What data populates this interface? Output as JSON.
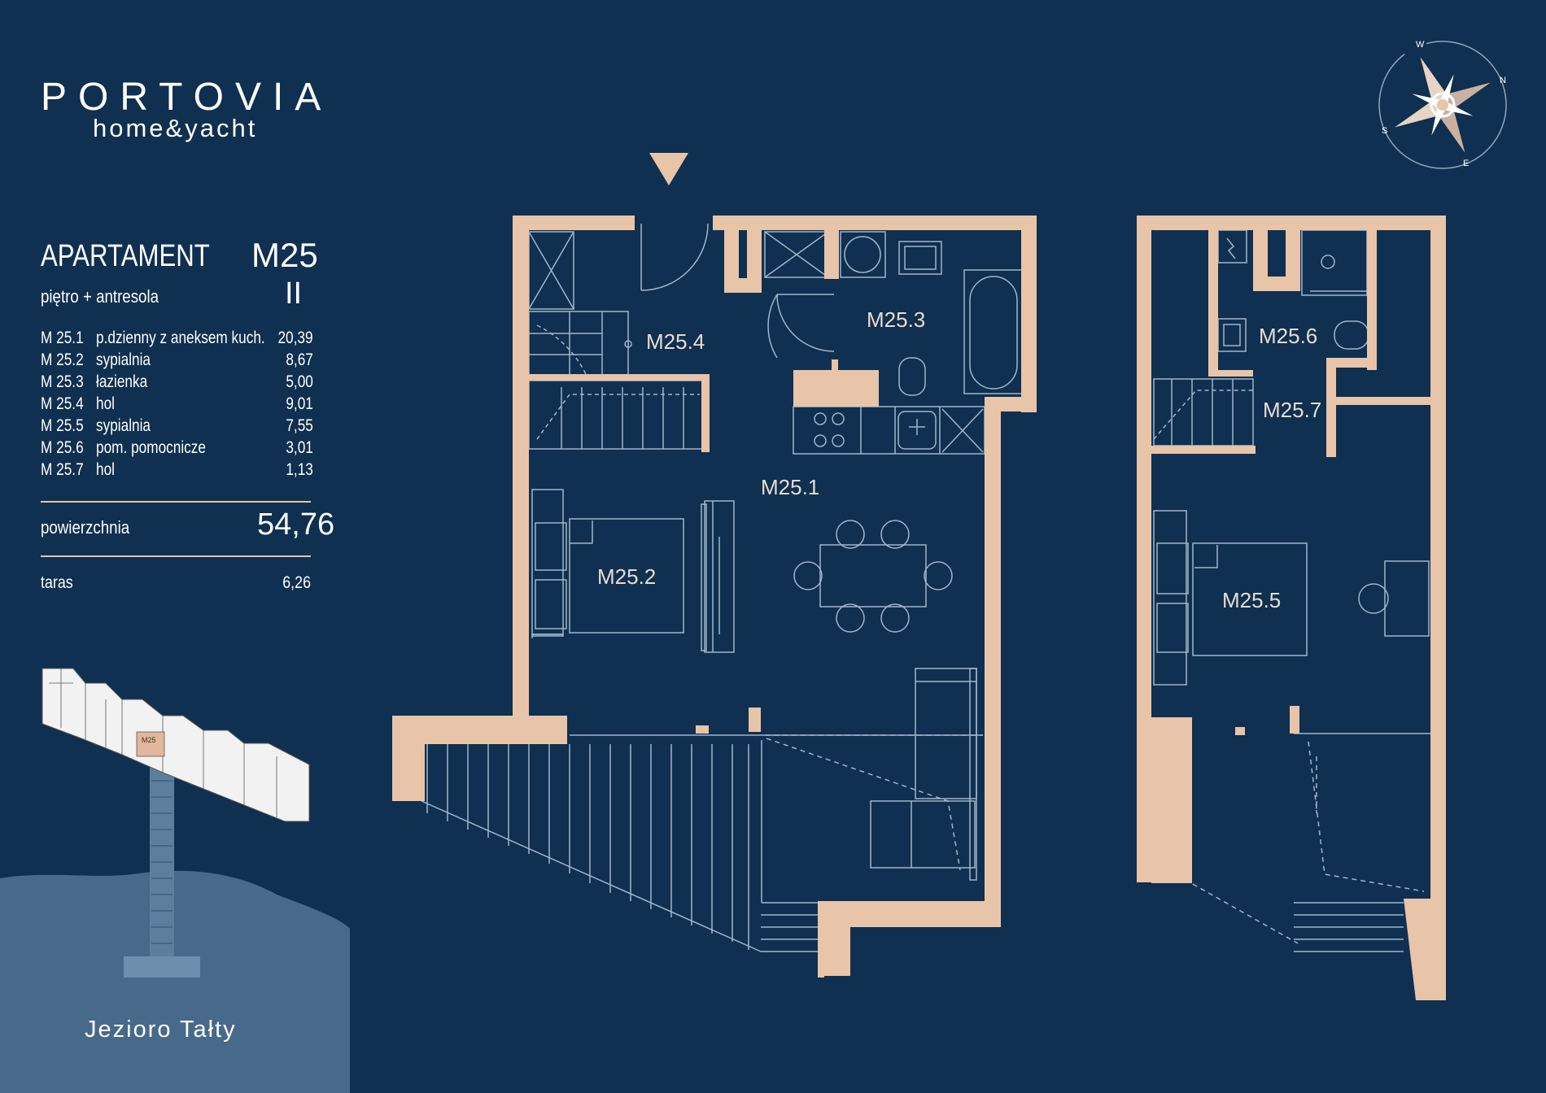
{
  "brand": {
    "name": "PORTOVIA",
    "tagline": "home&yacht"
  },
  "apartment": {
    "label": "APARTAMENT",
    "code": "M25",
    "floor_label": "piętro  + antresola",
    "floor_number": "II"
  },
  "rooms": [
    {
      "id": "M 25.1",
      "name": "p.dzienny z aneksem kuch.",
      "area": "20,39"
    },
    {
      "id": "M 25.2",
      "name": "sypialnia",
      "area": "8,67"
    },
    {
      "id": "M 25.3",
      "name": "łazienka",
      "area": "5,00"
    },
    {
      "id": "M 25.4",
      "name": "hol",
      "area": "9,01"
    },
    {
      "id": "M 25.5",
      "name": "sypialnia",
      "area": "7,55"
    },
    {
      "id": "M 25.6",
      "name": "pom. pomocnicze",
      "area": "3,01"
    },
    {
      "id": "M 25.7",
      "name": "hol",
      "area": "1,13"
    }
  ],
  "summary": {
    "area_label": "powierzchnia",
    "area_value": "54,76",
    "terrace_label": "taras",
    "terrace_value": "6,26"
  },
  "compass": {
    "n": "N",
    "e": "E",
    "s": "S",
    "w": "W"
  },
  "plan_labels": {
    "m251": "M25.1",
    "m252": "M25.2",
    "m253": "M25.3",
    "m254": "M25.4",
    "m255": "M25.5",
    "m256": "M25.6",
    "m257": "M25.7"
  },
  "site_map": {
    "highlighted_unit": "M25",
    "lake_name": "Jezioro Tałty"
  },
  "colors": {
    "background": "#0f3050",
    "wall": "#e8c4a8",
    "line": "#9fb6cc",
    "lake": "#47698a"
  }
}
